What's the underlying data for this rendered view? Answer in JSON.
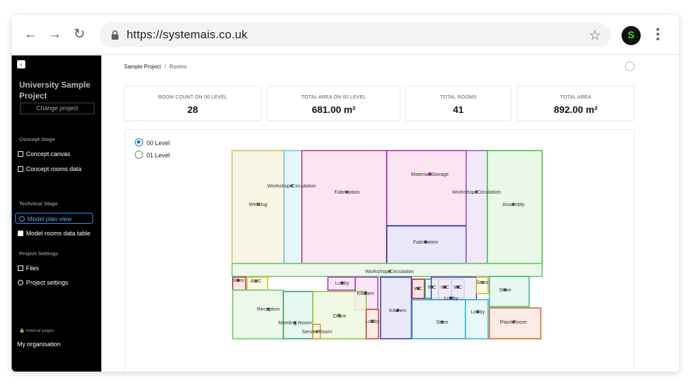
{
  "browser": {
    "url": "https://systemais.co.uk",
    "profile_initial": "S"
  },
  "sidebar": {
    "project_title": "University Sample Project",
    "change_project": "Change project",
    "sections": {
      "concept": "Concept Stage",
      "technical": "Technical Stage",
      "settings": "Project Settings"
    },
    "items": [
      {
        "label": "Concept canvas"
      },
      {
        "label": "Concept rooms data"
      },
      {
        "label": "Model plan view"
      },
      {
        "label": "Model rooms data table"
      },
      {
        "label": "Files"
      },
      {
        "label": "Project settings"
      }
    ],
    "internal_pages": "Internal pages",
    "organisation": "My organisation"
  },
  "breadcrumb": {
    "project": "Sample Project",
    "separator": "/",
    "page": "Rooms"
  },
  "stats": [
    {
      "label": "ROOM COUNT ON 00 LEVEL",
      "value": "28"
    },
    {
      "label": "TOTAL AREA ON 00 LEVEL",
      "value": "681.00 m²"
    },
    {
      "label": "TOTAL ROOMS",
      "value": "41"
    },
    {
      "label": "TOTAL AREA",
      "value": "892.00 m²"
    }
  ],
  "levels": [
    {
      "label": "00 Level",
      "selected": true
    },
    {
      "label": "01 Level",
      "selected": false
    }
  ],
  "rooms": [
    {
      "label": "Welding",
      "fill": "#f7f3df",
      "stroke": "#c9c26a",
      "dot": "#7a8a2a"
    },
    {
      "label": "Workshop Circulation",
      "fill": "#e3f4f9",
      "stroke": "#74c6dd",
      "dot": "#2a7aa0"
    },
    {
      "label": "Fabrication",
      "fill": "#f9e1ee",
      "stroke": "#c33a8a",
      "dot": "#a02a6a"
    },
    {
      "label": "Material Storage",
      "fill": "#f9e1ee",
      "stroke": "#b22ab0",
      "dot": "#8a1a8a"
    },
    {
      "label": "Fabrication",
      "fill": "#e6e5f8",
      "stroke": "#2a2ab8",
      "dot": "#2a2a9a"
    },
    {
      "label": "Workshop Circulation",
      "fill": "#efe5f7",
      "stroke": "#9a5ac8",
      "dot": "#6a3aa0"
    },
    {
      "label": "Assembly",
      "fill": "#e6f7e3",
      "stroke": "#4ec04e",
      "dot": "#2a8a2a"
    },
    {
      "label": "Workshop Circulation",
      "fill": "#eaf7e7",
      "stroke": "#6ccb6c",
      "dot": "#2a8a2a"
    },
    {
      "label": "Store",
      "fill": "#fbe3e3",
      "stroke": "#c83a3a",
      "dot": "#8a1a1a"
    },
    {
      "label": "AWC",
      "fill": "#fbf8df",
      "stroke": "#c8c03a",
      "dot": "#8a8a1a"
    },
    {
      "label": "Lobby",
      "fill": "#f7e1f5",
      "stroke": "#b03ab0",
      "dot": "#8a1a8a"
    },
    {
      "label": "Kitchen",
      "fill": "#f7e1f5",
      "stroke": "#b03ab0",
      "dot": "#8a1a8a"
    },
    {
      "label": "Reception",
      "fill": "#eaf7e7",
      "stroke": "#6ccb6c",
      "dot": "#2a8a2a"
    },
    {
      "label": "Meeting Room",
      "fill": "#e3f6ee",
      "stroke": "#3aa06a",
      "dot": "#1a6a4a"
    },
    {
      "label": "Office",
      "fill": "#eef7df",
      "stroke": "#8ac83a",
      "dot": "#5a8a1a"
    },
    {
      "label": "Server Room",
      "fill": "#fbf3df",
      "stroke": "#c8a03a",
      "dot": "#8a6a1a"
    },
    {
      "label": "Lobby",
      "fill": "#fbe6df",
      "stroke": "#c8503a",
      "dot": "#8a3a1a"
    },
    {
      "label": "Kitchen",
      "fill": "#e6e5f8",
      "stroke": "#3a3ab8",
      "dot": "#2a2a9a"
    },
    {
      "label": "WC",
      "fill": "#fbe3e3",
      "stroke": "#c81a3a",
      "dot": "#8a1a1a"
    },
    {
      "label": "WC",
      "fill": "#e3f6ee",
      "stroke": "#2a9a6a",
      "dot": "#1a6a4a"
    },
    {
      "label": "WC",
      "fill": "#fbe3e3",
      "stroke": "#c81a3a",
      "dot": "#8a1a1a"
    },
    {
      "label": "WC",
      "fill": "#e6eef8",
      "stroke": "#3a5ab8",
      "dot": "#2a3a8a"
    },
    {
      "label": "Lobby",
      "fill": "#eeebfa",
      "stroke": "#5a3ac8",
      "dot": "#3a2a8a"
    },
    {
      "label": "Store",
      "fill": "#e3f2fb",
      "stroke": "#3aa0d8",
      "dot": "#1a6a9a"
    },
    {
      "label": "Lobby",
      "fill": "#e3f6f9",
      "stroke": "#3ab8c8",
      "dot": "#1a7a8a"
    },
    {
      "label": "Store",
      "fill": "#fbf8df",
      "stroke": "#c8c03a",
      "dot": "#8a8a1a"
    },
    {
      "label": "Store",
      "fill": "#e3f6ee",
      "stroke": "#4ab88a",
      "dot": "#1a6a4a"
    },
    {
      "label": "Plant Room",
      "fill": "#fbe6df",
      "stroke": "#c8702a",
      "dot": "#8a4a1a"
    }
  ]
}
